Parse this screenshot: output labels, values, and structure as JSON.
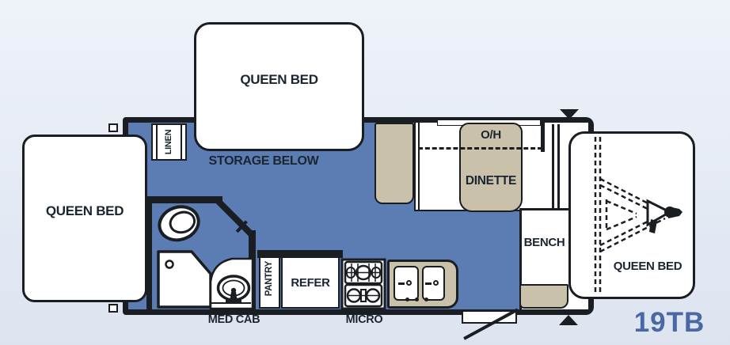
{
  "model": "19TB",
  "labels": {
    "queen_bed_top": "QUEEN BED",
    "queen_bed_left": "QUEEN BED",
    "queen_bed_front": "QUEEN BED",
    "storage_below": "STORAGE BELOW",
    "linen": "LINEN",
    "oh": "O/H",
    "dinette": "DINETTE",
    "bench": "BENCH",
    "med_cab": "MED CAB",
    "pantry": "PANTRY",
    "refer": "REFER",
    "micro": "MICRO"
  },
  "colors": {
    "floor": "#5b7db3",
    "tan": "#cac1ab",
    "wall": "#1a1d22",
    "label": "#1b2530",
    "model-blue": "#4a68a4",
    "bg-top": "#eef2f9",
    "bg-bottom": "#dde4f0"
  }
}
